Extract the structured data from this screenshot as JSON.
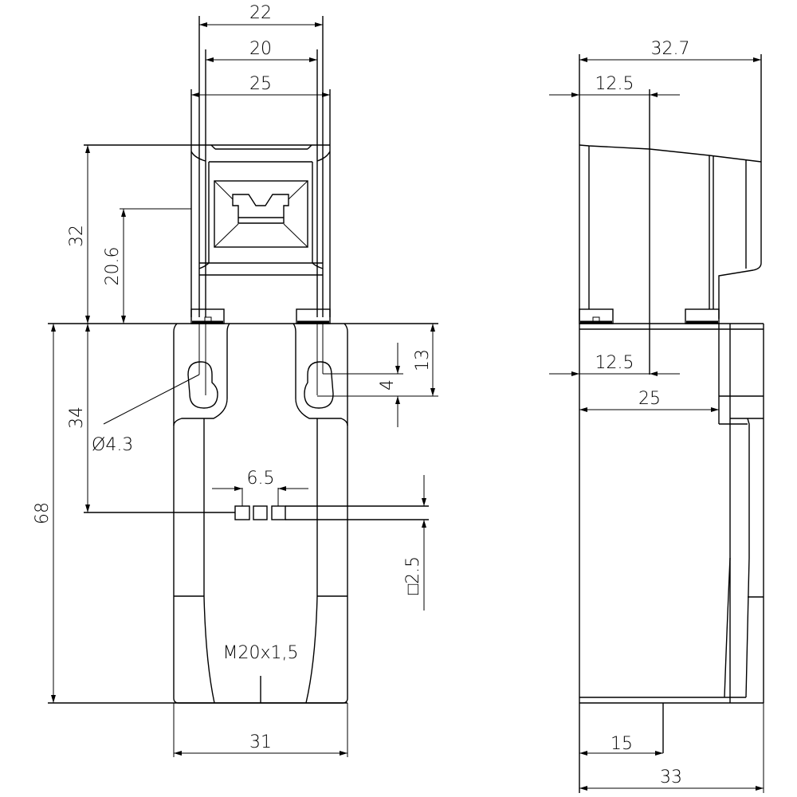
{
  "drawing": {
    "front_view": {
      "dimensions": {
        "top_width_outer": "22",
        "top_width_inner": "20",
        "head_width": "25",
        "head_height": "32",
        "roller_height": "20.6",
        "body_height_total": "68",
        "hole_center_height": "34",
        "hole_diameter": "Ø4.3",
        "slot_length": "4",
        "slot_offset": "13",
        "terminal_pitch": "6.5",
        "terminal_square": "□2.5",
        "conduit_thread": "M20x1,5",
        "body_width": "31"
      }
    },
    "side_view": {
      "dimensions": {
        "head_depth": "32.7",
        "axis_offset_top": "12.5",
        "axis_offset_bottom": "12.5",
        "body_depth_inner": "25",
        "conduit_offset": "15",
        "body_depth": "33"
      }
    },
    "line_color": "#000000",
    "background_color": "#ffffff"
  }
}
